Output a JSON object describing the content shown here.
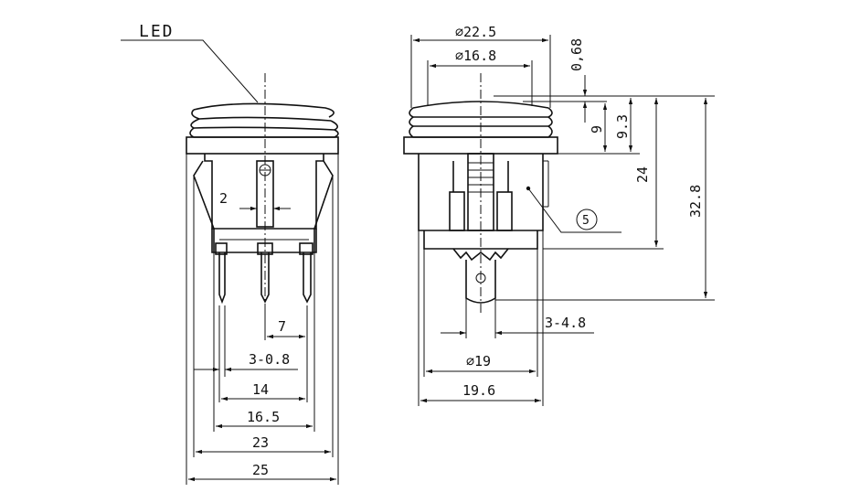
{
  "labels": {
    "led": "LED",
    "callout": "5"
  },
  "dimensions": {
    "d_22_5": "⌀22.5",
    "d_16_8": "⌀16.8",
    "d_0_68": "0,68",
    "d_9": "9",
    "d_9_3": "9.3",
    "d_24": "24",
    "d_32_8": "32.8",
    "d_3_48": "3-4.8",
    "d_19": "⌀19",
    "d_19_6": "19.6",
    "d_2": "2",
    "d_7": "7",
    "d_3_08": "3-0.8",
    "d_14": "14",
    "d_16_5": "16.5",
    "d_23": "23",
    "d_25": "25"
  },
  "colors": {
    "line": "#111111",
    "background": "#ffffff"
  }
}
